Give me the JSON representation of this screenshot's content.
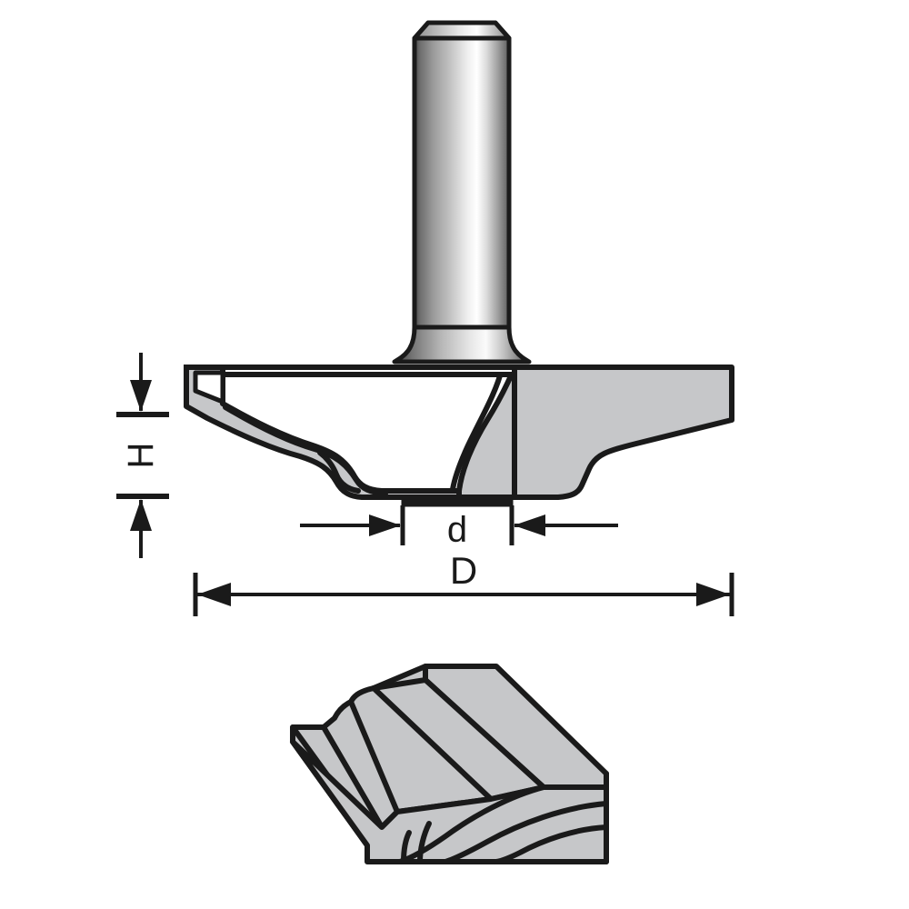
{
  "figure": {
    "title": "Router bit profile drawing with dimension callouts",
    "background_color": "#FFFFFF",
    "line_color": "#1A1A1A",
    "body_fill": "#C6C7C9",
    "shank_highlight": "#FFFFFF",
    "shank_shadow": "#3A3A3A"
  },
  "dimensions": {
    "height": {
      "label": "H",
      "name": "cutting-height",
      "orientation": "vertical",
      "label_rotation_deg": -90
    },
    "small_diameter": {
      "label": "d",
      "name": "shank-side-small-diameter",
      "orientation": "horizontal",
      "label_rotation_deg": 0
    },
    "large_diameter": {
      "label": "D",
      "name": "cutter-large-diameter",
      "orientation": "horizontal",
      "label_rotation_deg": 0
    }
  },
  "parts": {
    "shank": "router-bit-shank",
    "cutter_head": "ogee-raised-panel-cutter-head",
    "carbide_edge": "carbide-cutting-edge",
    "wood_sample": "machined-wood-profile-sample"
  }
}
